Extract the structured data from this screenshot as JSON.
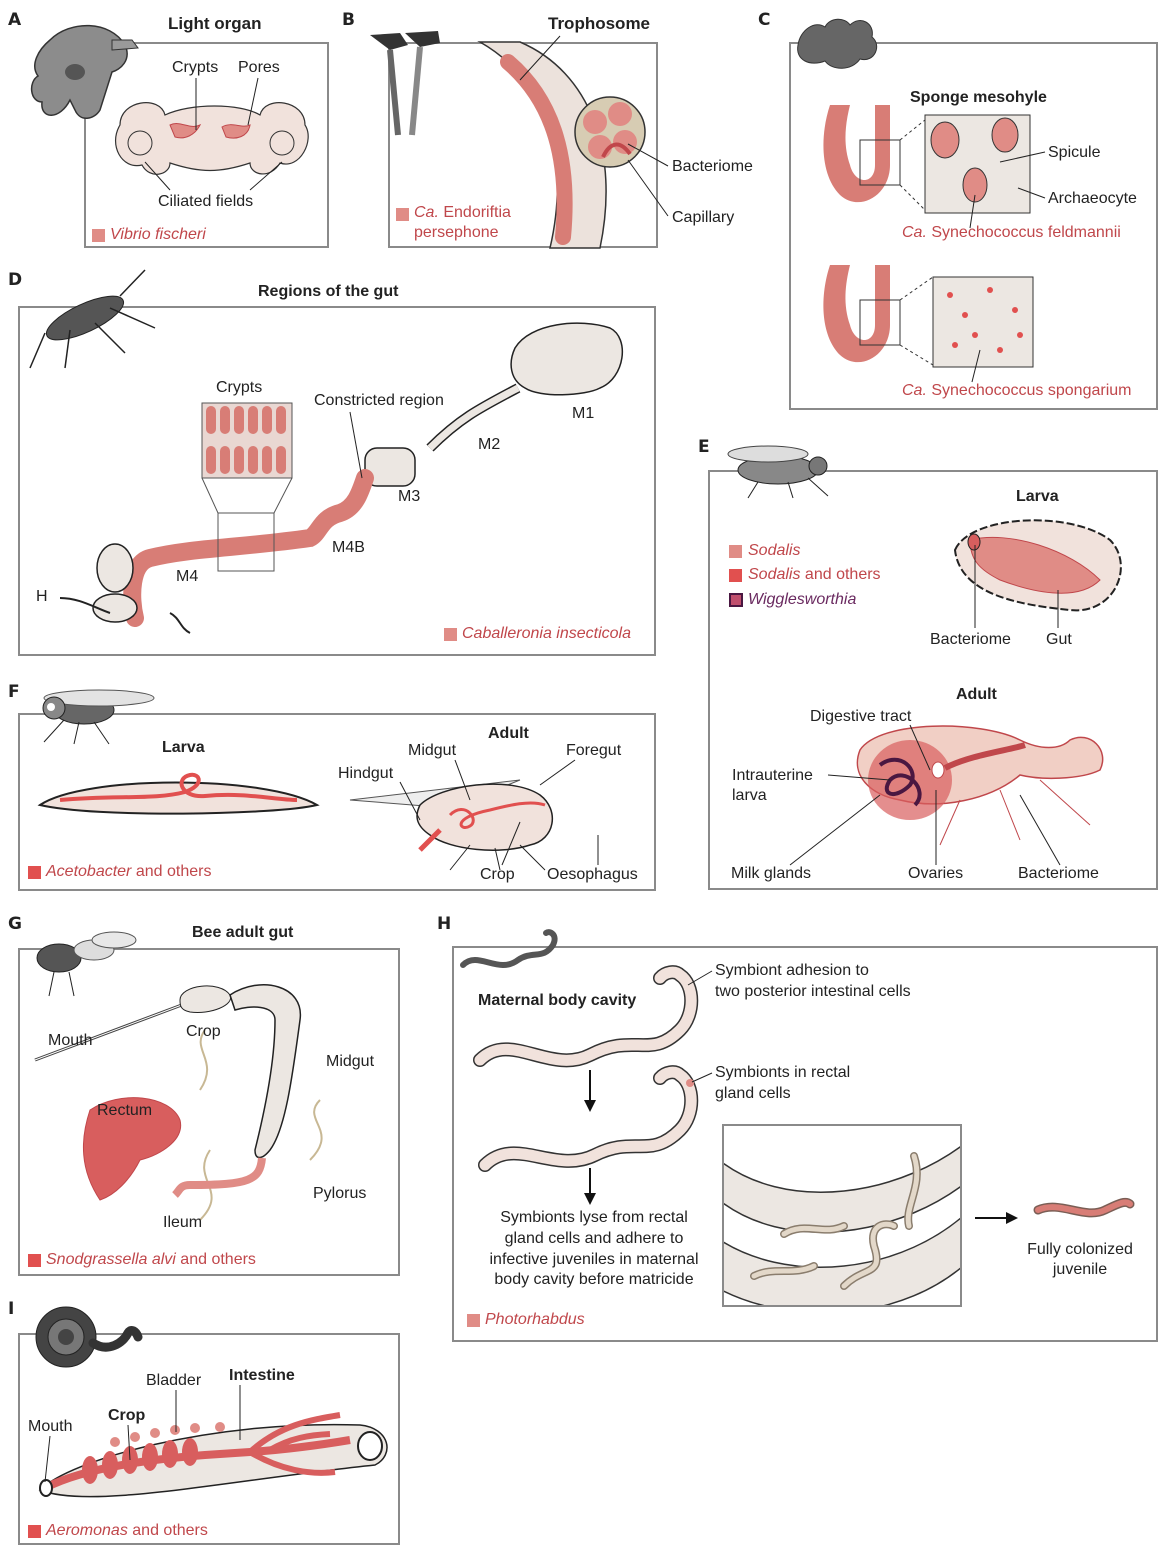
{
  "colors": {
    "tissue": "#e3bfb1",
    "symbiont": "#d85e5e",
    "symbiont_light": "#e08c86",
    "outline": "#222222",
    "panel_border": "#8a8a8a",
    "species_text": "#c0474b",
    "wigglesworthia": "#4a1741"
  },
  "panelA": {
    "letter": "A",
    "title": "Light organ",
    "crypts": "Crypts",
    "pores": "Pores",
    "ciliated": "Ciliated fields",
    "species": "Vibrio fischeri"
  },
  "panelB": {
    "letter": "B",
    "title": "Trophosome",
    "bacteriome": "Bacteriome",
    "capillary": "Capillary",
    "species_prefix": "Ca.",
    "species_line1": "Endoriftia",
    "species_line2": "persephone"
  },
  "panelC": {
    "letter": "C",
    "title": "Sponge mesohyle",
    "spicule": "Spicule",
    "archaeocyte": "Archaeocyte",
    "species1_prefix": "Ca.",
    "species1": "Synechococcus feldmannii",
    "species2_prefix": "Ca.",
    "species2": "Synechococcus spongarium"
  },
  "panelD": {
    "letter": "D",
    "title": "Regions of the gut",
    "crypts": "Crypts",
    "constricted": "Constricted region",
    "m1": "M1",
    "m2": "M2",
    "m3": "M3",
    "m4b": "M4B",
    "m4": "M4",
    "h": "H",
    "species": "Caballeronia insecticola"
  },
  "panelE": {
    "letter": "E",
    "legend1": "Sodalis",
    "legend2_it": "Sodalis",
    "legend2_rest": " and others",
    "legend3": "Wigglesworthia",
    "larva_title": "Larva",
    "bacteriome": "Bacteriome",
    "gut": "Gut",
    "adult_title": "Adult",
    "digestive": "Digestive tract",
    "intrauterine_1": "Intrauterine",
    "intrauterine_2": "larva",
    "milk": "Milk glands",
    "ovaries": "Ovaries",
    "bacteriome2": "Bacteriome"
  },
  "panelF": {
    "letter": "F",
    "larva": "Larva",
    "adult": "Adult",
    "midgut": "Midgut",
    "foregut": "Foregut",
    "hindgut": "Hindgut",
    "crop": "Crop",
    "oesophagus": "Oesophagus",
    "species_it": "Acetobacter",
    "species_rest": " and others"
  },
  "panelG": {
    "letter": "G",
    "title": "Bee adult gut",
    "mouth": "Mouth",
    "crop": "Crop",
    "midgut": "Midgut",
    "rectum": "Rectum",
    "ileum": "Ileum",
    "pylorus": "Pylorus",
    "species_it": "Snodgrassella alvi",
    "species_rest": " and others"
  },
  "panelH": {
    "letter": "H",
    "maternal": "Maternal body cavity",
    "adhesion_1": "Symbiont adhesion to",
    "adhesion_2": "two posterior intestinal cells",
    "rectal_1": "Symbionts in rectal",
    "rectal_2": "gland cells",
    "lyse_1": "Symbionts lyse from rectal",
    "lyse_2": "gland cells and adhere to",
    "lyse_3": "infective juveniles in maternal",
    "lyse_4": "body cavity before matricide",
    "colonized_1": "Fully colonized",
    "colonized_2": "juvenile",
    "species": "Photorhabdus"
  },
  "panelI": {
    "letter": "I",
    "bladder": "Bladder",
    "intestine": "Intestine",
    "mouth": "Mouth",
    "crop": "Crop",
    "species_it": "Aeromonas",
    "species_rest": " and others"
  }
}
